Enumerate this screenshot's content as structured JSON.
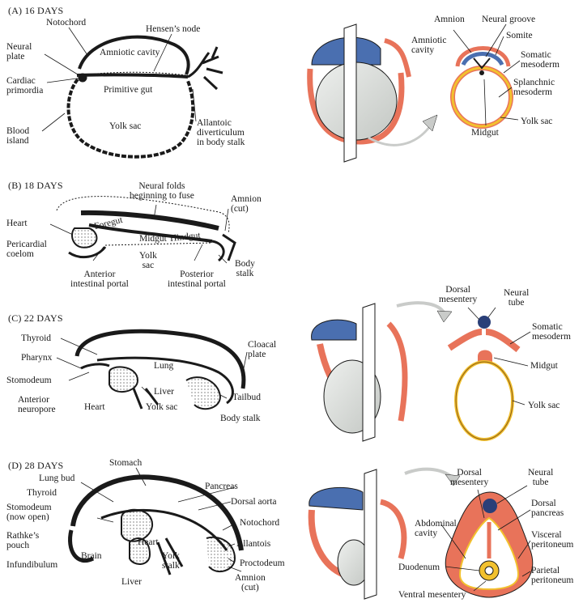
{
  "panelA": {
    "title": "(A)  16 DAYS",
    "labels": {
      "notochord": "Notochord",
      "hensens_node": "Hensen’s node",
      "neural_plate": "Neural\nplate",
      "amniotic_cavity": "Amniotic cavity",
      "cardiac_primordia": "Cardiac\nprimordia",
      "primitive_gut": "Primitive gut",
      "blood_island": "Blood\nisland",
      "yolk_sac": "Yolk sac",
      "allantoic": "Allantoic\ndiverticulum\nin body stalk",
      "amnion_r": "Amnion",
      "neural_groove": "Neural groove",
      "amniotic_cavity_r": "Amniotic\ncavity",
      "somite": "Somite",
      "somatic_mesoderm": "Somatic\nmesoderm",
      "splanchnic_mesoderm": "Splanchnic\nmesoderm",
      "yolk_sac_r": "Yolk sac",
      "midgut": "Midgut"
    }
  },
  "panelB": {
    "title": "(B)  18 DAYS",
    "labels": {
      "neural_folds": "Neural folds\nbeginning to fuse",
      "amnion_cut": "Amnion\n(cut)",
      "heart": "Heart",
      "foregut": "Foregut",
      "midgut": "Midgut",
      "hindgut": "Hindgut",
      "pericardial_coelom": "Pericardial\ncoelom",
      "yolk_sac": "Yolk\nsac",
      "anterior_portal": "Anterior\nintestinal portal",
      "posterior_portal": "Posterior\nintestinal portal",
      "body_stalk": "Body\nstalk"
    }
  },
  "panelC": {
    "title": "(C)  22 DAYS",
    "labels": {
      "thyroid": "Thyroid",
      "cloacal_plate": "Cloacal\nplate",
      "pharynx": "Pharynx",
      "lung": "Lung",
      "stomodeum": "Stomodeum",
      "liver": "Liver",
      "anterior_neuropore": "Anterior\nneuropore",
      "heart": "Heart",
      "yolk_sac": "Yolk sac",
      "tailbud": "Tailbud",
      "body_stalk": "Body stalk",
      "dorsal_mesentery": "Dorsal\nmesentery",
      "neural_tube": "Neural\ntube",
      "somatic_mesoderm": "Somatic\nmesoderm",
      "midgut": "Midgut",
      "yolk_sac_r": "Yolk sac"
    }
  },
  "panelD": {
    "title": "(D)  28 DAYS",
    "labels": {
      "stomach": "Stomach",
      "lung_bud": "Lung bud",
      "pancreas": "Pancreas",
      "thyroid": "Thyroid",
      "dorsal_aorta": "Dorsal aorta",
      "stomodeum": "Stomodeum\n(now open)",
      "notochord": "Notochord",
      "rathkes_pouch": "Rathke’s\npouch",
      "heart": "Heart",
      "allantois": "Allantois",
      "brain": "Brain",
      "yolk_stalk": "Yolk\nstalk",
      "infundibulum": "Infundibulum",
      "proctodeum": "Proctodeum",
      "liver": "Liver",
      "amnion_cut": "Amnion\n(cut)",
      "dorsal_mesentery": "Dorsal\nmesentery",
      "neural_tube": "Neural\ntube",
      "dorsal_pancreas": "Dorsal\npancreas",
      "abdominal_cavity": "Abdominal\ncavity",
      "visceral_peritoneum": "Visceral\nperitoneum",
      "duodenum": "Duodenum",
      "parietal_peritoneum": "Parietal\nperitoneum",
      "ventral_mesentery": "Ventral mesentery"
    }
  },
  "colors": {
    "ectoderm": "#4a6fb0",
    "mesoderm": "#e8735a",
    "endoderm": "#f2c12e",
    "yolk": "#d9dcd9",
    "line": "#1a1a1a",
    "arrow": "#c9cbc9"
  }
}
